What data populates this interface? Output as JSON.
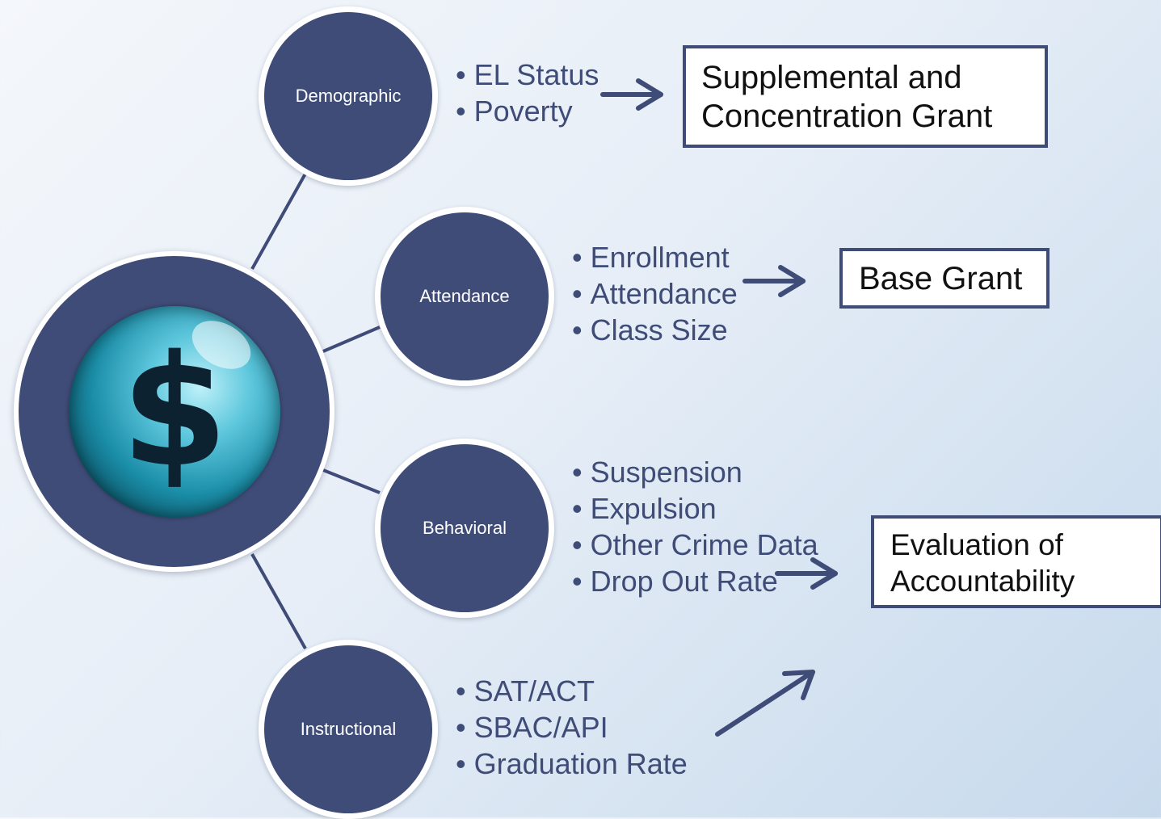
{
  "colors": {
    "node_fill": "#3f4c78",
    "text_accent": "#3f4c78",
    "box_border": "#3f4c78",
    "coin": "#1b8ea8"
  },
  "hub": {
    "icon": "dollar-coin-icon",
    "symbol": "$"
  },
  "categories": [
    {
      "id": "demographic",
      "label": "Demographic",
      "items": [
        "EL Status",
        "Poverty"
      ]
    },
    {
      "id": "attendance",
      "label": "Attendance",
      "items": [
        "Enrollment",
        "Attendance",
        "Class Size"
      ]
    },
    {
      "id": "behavioral",
      "label": "Behavioral",
      "items": [
        "Suspension",
        "Expulsion",
        "Other Crime Data",
        "Drop Out Rate"
      ]
    },
    {
      "id": "instructional",
      "label": "Instructional",
      "items": [
        "SAT/ACT",
        "SBAC/API",
        "Graduation Rate"
      ]
    }
  ],
  "outcomes": {
    "supplemental": "Supplemental and\nConcentration Grant",
    "base": "Base Grant",
    "evaluation": "Evaluation of\nAccountability"
  }
}
